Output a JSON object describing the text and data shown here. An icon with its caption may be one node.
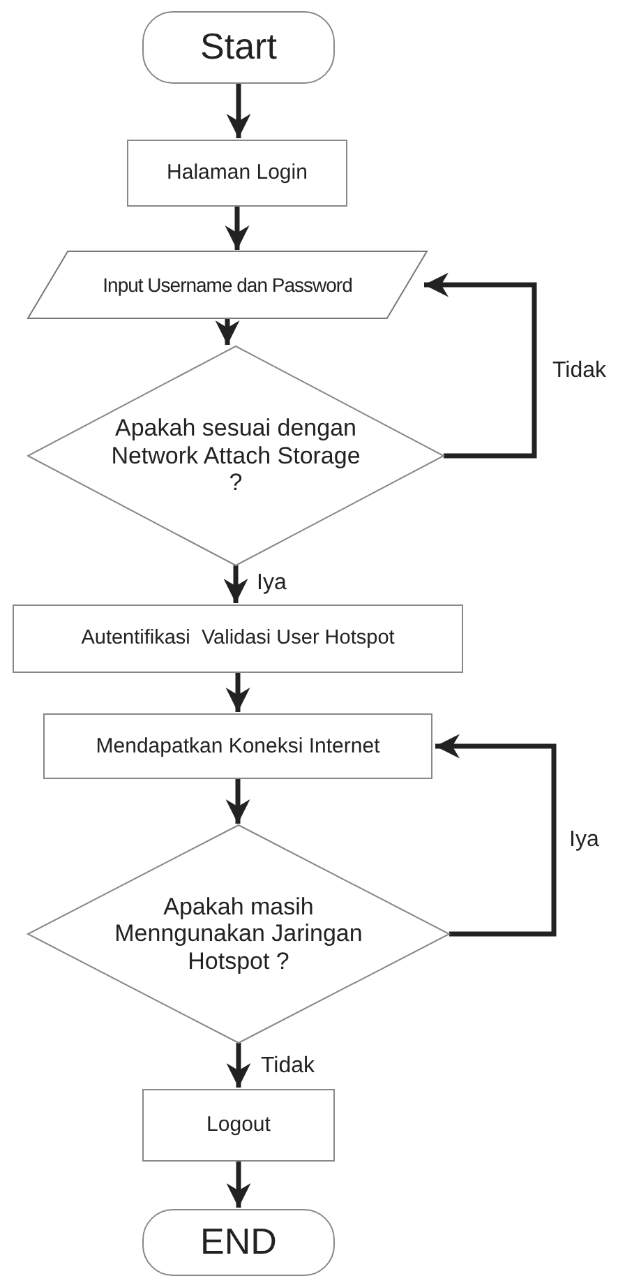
{
  "diagram": {
    "nodes": [
      {
        "text": [
          "Start"
        ]
      },
      {
        "text": [
          "Halaman Login"
        ]
      },
      {
        "text": [
          "Input Username dan Password"
        ]
      },
      {
        "text": [
          "Apakah sesuai dengan Network Attach Storage ?"
        ]
      },
      {
        "text": [
          "Autentifikasi  Validasi User Hotspot"
        ]
      },
      {
        "text": [
          "Mendapatkan Koneksi Internet"
        ]
      },
      {
        "text": [
          "Apakah masih Menngunakan Jaringan Hotspot ?"
        ]
      },
      {
        "text": [
          "Logout"
        ]
      },
      {
        "text": [
          "END"
        ]
      }
    ],
    "edges": [
      {
        "from": 0,
        "to": 1,
        "arrow": "to"
      },
      {
        "from": 1,
        "to": 2,
        "arrow": "to"
      },
      {
        "from": 2,
        "to": 3,
        "arrow": "to"
      },
      {
        "from": 3,
        "to": 2,
        "arrow": "to",
        "label": "Tidak"
      },
      {
        "from": 3,
        "to": 4,
        "arrow": "to",
        "label": "Iya"
      },
      {
        "from": 4,
        "to": 5,
        "arrow": "to"
      },
      {
        "from": 5,
        "to": 6,
        "arrow": "to"
      },
      {
        "from": 6,
        "to": 5,
        "arrow": "to",
        "label": "Iya"
      },
      {
        "from": 6,
        "to": 7,
        "arrow": "to",
        "label": "Tidak"
      },
      {
        "from": 7,
        "to": 8,
        "arrow": "to"
      }
    ]
  }
}
